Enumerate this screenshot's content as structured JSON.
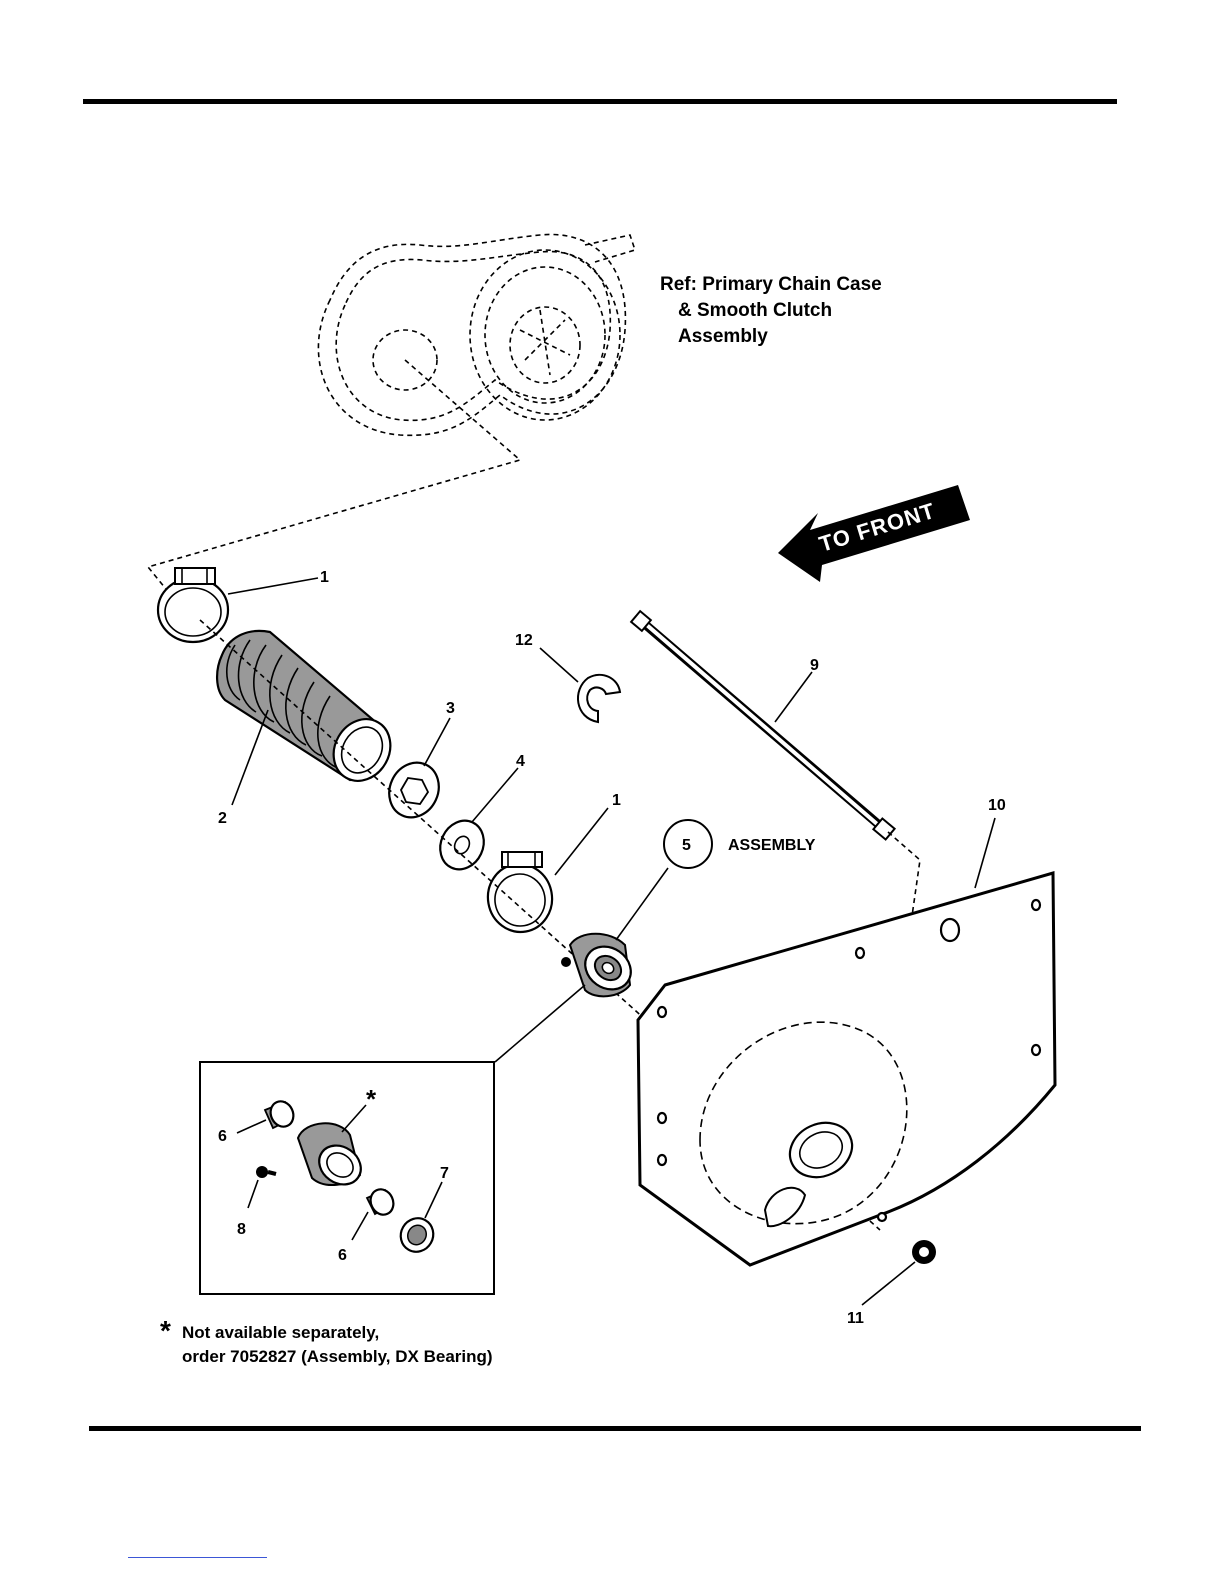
{
  "reference": {
    "line1": "Ref: Primary Chain Case",
    "line2": "& Smooth Clutch",
    "line3": "Assembly"
  },
  "direction_arrow": {
    "label": "TO FRONT"
  },
  "callouts": {
    "clamp_top": "1",
    "boot": "2",
    "washer_hex": "3",
    "washer_flat": "4",
    "clamp_mid": "1",
    "bearing_assembly_number": "5",
    "bearing_assembly_label": "ASSEMBLY",
    "bushing_upper": "6",
    "seal": "7",
    "fitting": "8",
    "bushing_lower": "6",
    "rod": "9",
    "plate": "10",
    "nut": "11",
    "clip": "12",
    "asterisk": "*"
  },
  "footnote": {
    "star": "*",
    "line1": "Not available separately,",
    "line2": "order 7052827 (Assembly, DX Bearing)"
  }
}
